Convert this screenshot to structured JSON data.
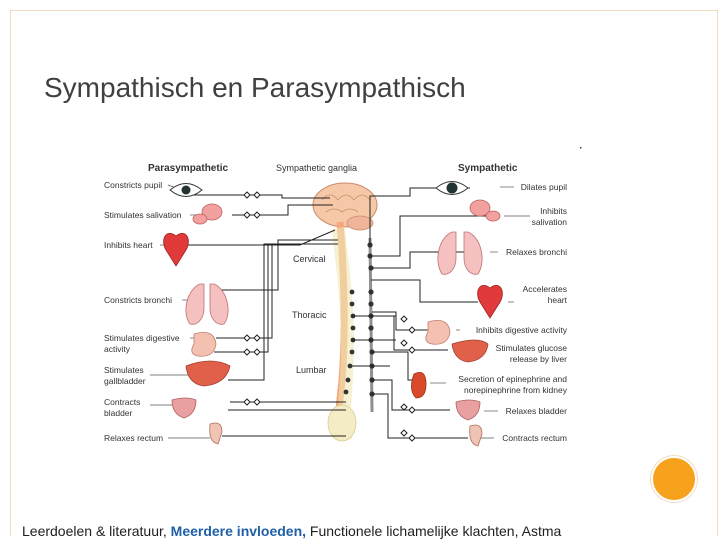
{
  "slide": {
    "title": "Sympathisch en Parasympathisch",
    "footer": {
      "part1": "Leerdoelen & literatuur, ",
      "highlight": "Meerdere invloeden,",
      "part2": " Functionele lichamelijke klachten, Astma"
    }
  },
  "diagram": {
    "headers": {
      "parasympathetic": "Parasympathetic",
      "ganglia": "Sympathetic ganglia",
      "sympathetic": "Sympathetic"
    },
    "regions": {
      "cervical": "Cervical",
      "thoracic": "Thoracic",
      "lumbar": "Lumbar"
    },
    "parasympathetic_effects": [
      [
        "Constricts pupil"
      ],
      [
        "Stimulates salivation"
      ],
      [
        "Inhibits heart"
      ],
      [
        "Constricts bronchi"
      ],
      [
        "Stimulates digestive",
        "activity"
      ],
      [
        "Stimulates",
        "gallbladder"
      ],
      [
        "Contracts",
        "bladder"
      ],
      [
        "Relaxes rectum"
      ]
    ],
    "sympathetic_effects": [
      [
        "Dilates pupil"
      ],
      [
        "Inhibits",
        "salivation"
      ],
      [
        "Relaxes bronchi"
      ],
      [
        "Accelerates",
        "heart"
      ],
      [
        "Inhibits digestive activity"
      ],
      [
        "Stimulates glucose",
        "release by liver"
      ],
      [
        "Secretion of epinephrine and",
        "norepinephrine from kidney"
      ],
      [
        "Relaxes bladder"
      ],
      [
        "Contracts rectum"
      ]
    ]
  },
  "colors": {
    "accent": "#f7a21c",
    "footer_highlight": "#1f5fa8",
    "title": "#404040"
  }
}
